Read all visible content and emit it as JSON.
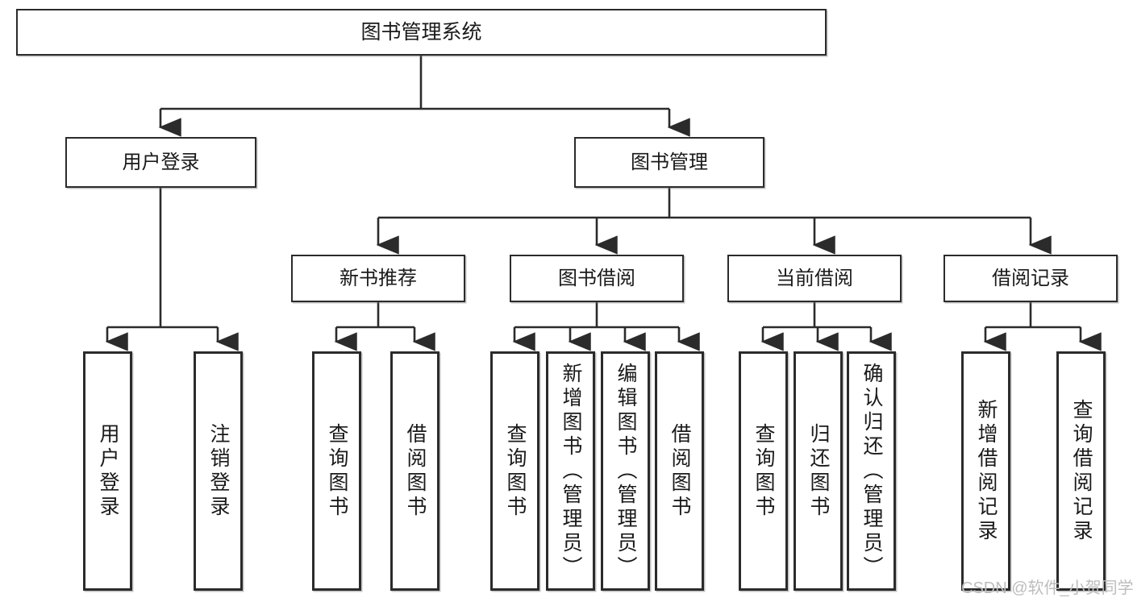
{
  "diagram": {
    "title": "图书管理系统",
    "type": "tree",
    "watermark": "CSDN @软件_小贺同学",
    "colors": {
      "box_border": "#2b2b2b",
      "box_fill": "#ffffff",
      "edge": "#2b2b2b",
      "text": "#1a1a1a",
      "watermark": "#bdbdbd",
      "background": "#ffffff"
    },
    "nodes": {
      "root": {
        "label": "图书管理系统"
      },
      "level2": [
        {
          "id": "user-login",
          "label": "用户登录"
        },
        {
          "id": "book-manage",
          "label": "图书管理"
        }
      ],
      "level3": [
        {
          "id": "new-book-recommend",
          "label": "新书推荐"
        },
        {
          "id": "book-borrow",
          "label": "图书借阅"
        },
        {
          "id": "current-borrow",
          "label": "当前借阅"
        },
        {
          "id": "borrow-record",
          "label": "借阅记录"
        }
      ],
      "leaves": {
        "user_login": [
          {
            "id": "leaf-user-login",
            "label": "用户登录"
          },
          {
            "id": "leaf-logout-login",
            "label": "注销登录"
          }
        ],
        "new_book_recommend": [
          {
            "id": "leaf-query-book-1",
            "label": "查询图书"
          },
          {
            "id": "leaf-borrow-book-1",
            "label": "借阅图书"
          }
        ],
        "book_borrow": [
          {
            "id": "leaf-query-book-2",
            "label": "查询图书"
          },
          {
            "id": "leaf-add-book",
            "label": "新增图书（管理员）"
          },
          {
            "id": "leaf-edit-book",
            "label": "编辑图书（管理员）"
          },
          {
            "id": "leaf-borrow-book-2",
            "label": "借阅图书"
          }
        ],
        "current_borrow": [
          {
            "id": "leaf-query-book-3",
            "label": "查询图书"
          },
          {
            "id": "leaf-return-book",
            "label": "归还图书"
          },
          {
            "id": "leaf-confirm-return",
            "label": "确认归还（管理员）"
          }
        ],
        "borrow_record": [
          {
            "id": "leaf-add-record",
            "label": "新增借阅记录"
          },
          {
            "id": "leaf-query-record",
            "label": "查询借阅记录"
          }
        ]
      }
    }
  }
}
